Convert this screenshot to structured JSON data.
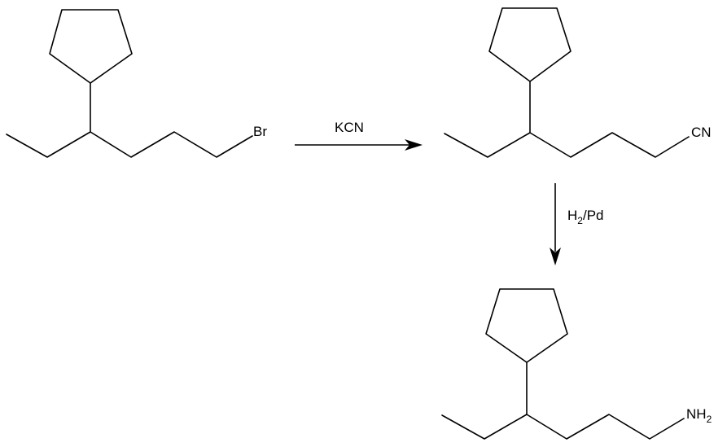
{
  "colors": {
    "ink": "#000000",
    "background": "#ffffff"
  },
  "molecules": {
    "starting_material": {
      "label": "Br"
    },
    "nitrile_intermediate": {
      "label": "CN"
    },
    "amine_product": {
      "label_main": "NH",
      "label_subscript": "2"
    }
  },
  "reagents": {
    "step1": {
      "label": "KCN"
    },
    "step2": {
      "h": "H",
      "h_subscript": "2",
      "rest": "/Pd"
    }
  }
}
